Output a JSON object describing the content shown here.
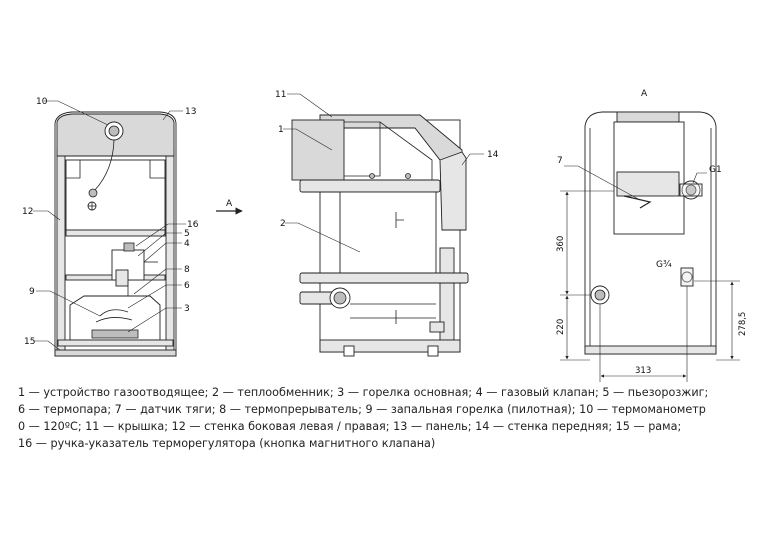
{
  "views": {
    "front": {
      "labels": [
        "10",
        "13",
        "12",
        "16",
        "5",
        "4",
        "8",
        "6",
        "9",
        "3",
        "15"
      ]
    },
    "side": {
      "labels": [
        "11",
        "1",
        "14",
        "2"
      ]
    },
    "view_arrow": "A",
    "rear": {
      "title": "A",
      "labels": [
        "7",
        "G1",
        "G¾"
      ],
      "dimensions": [
        "360",
        "220",
        "278,5",
        "313"
      ]
    }
  },
  "legend": {
    "lines": [
      "1 — устройство газоотводящее; 2 — теплообменник; 3 — горелка основная; 4 — газовый клапан; 5 — пьезорозжиг;",
      "6 — термопара; 7 — датчик тяги; 8 — термопрерыватель; 9 — запальная горелка (пилотная); 10 — термоманометр",
      "0 — 120ºC; 11 — крышка; 12 — стенка боковая левая / правая; 13 — панель; 14 — стенка передняя; 15 — рама;",
      "16 — ручка-указатель терморегулятора (кнопка магнитного клапана)"
    ]
  }
}
